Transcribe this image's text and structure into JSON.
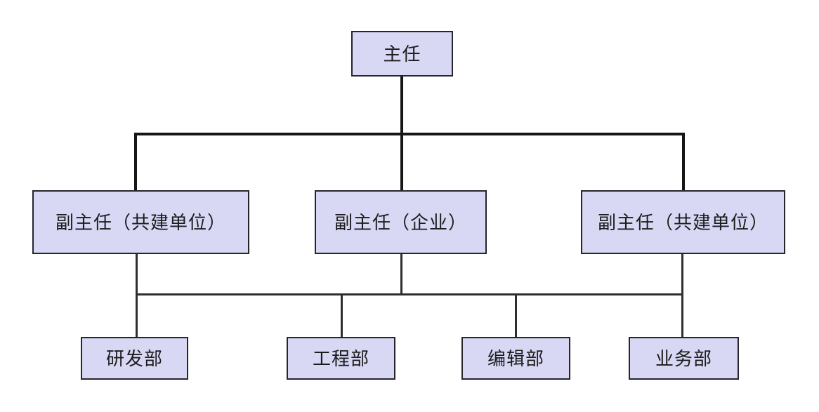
{
  "diagram": {
    "type": "org-chart",
    "nodes": {
      "director": {
        "label": "主任",
        "level": 1
      },
      "deputy_left": {
        "label": "副主任（共建单位）",
        "level": 2
      },
      "deputy_center": {
        "label": "副主任（企业）",
        "level": 2
      },
      "deputy_right": {
        "label": "副主任（共建单位）",
        "level": 2
      },
      "dept_rnd": {
        "label": "研发部",
        "level": 3
      },
      "dept_engineering": {
        "label": "工程部",
        "level": 3
      },
      "dept_editorial": {
        "label": "编辑部",
        "level": 3
      },
      "dept_business": {
        "label": "业务部",
        "level": 3
      }
    },
    "edges": [
      {
        "from": "director",
        "to": "deputy_left"
      },
      {
        "from": "director",
        "to": "deputy_center"
      },
      {
        "from": "director",
        "to": "deputy_right"
      },
      {
        "from": "deputy_left",
        "to": "departments_bus"
      },
      {
        "from": "deputy_center",
        "to": "departments_bus"
      },
      {
        "from": "deputy_right",
        "to": "departments_bus"
      },
      {
        "from": "departments_bus",
        "to": "dept_rnd"
      },
      {
        "from": "departments_bus",
        "to": "dept_engineering"
      },
      {
        "from": "departments_bus",
        "to": "dept_editorial"
      },
      {
        "from": "departments_bus",
        "to": "dept_business"
      }
    ]
  },
  "colors": {
    "node_fill": "#d8d8f4",
    "node_border": "#25252d",
    "connector_primary": "#161616",
    "connector_secondary": "#2e2e2e",
    "text": "#1c1c1e",
    "background": "#ffffff"
  }
}
